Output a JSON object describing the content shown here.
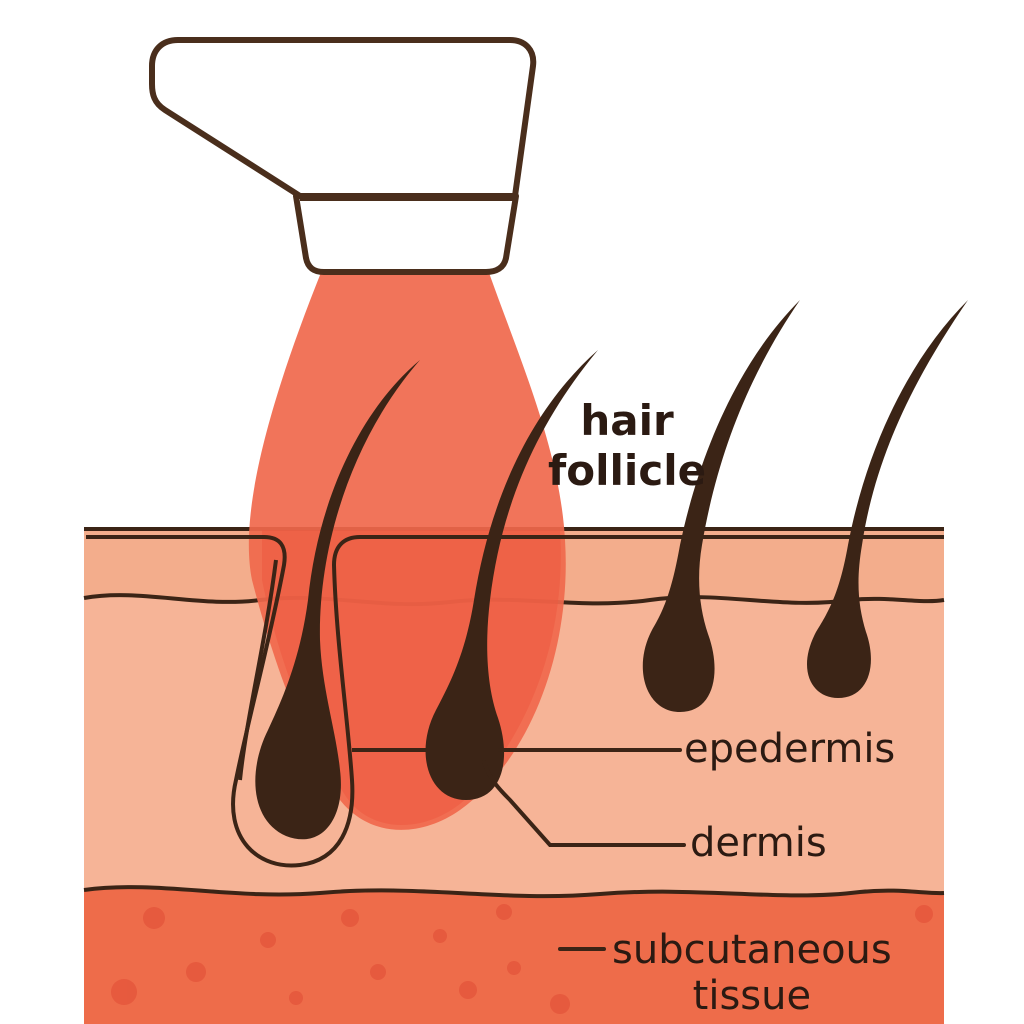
{
  "labels": {
    "hair_follicle_line1": "hair",
    "hair_follicle_line2": "follicle",
    "epidermis": "epedermis",
    "dermis": "dermis",
    "subcutaneous_line1": "subcutaneous",
    "subcutaneous_line2": "tissue"
  },
  "colors": {
    "outline": "#4a2e1c",
    "hair": "#3b2416",
    "skin_upper": "#f3ad8c",
    "skin_lower": "#f6b497",
    "subcutaneous": "#ee6c4a",
    "subcutaneous_dots": "#e5573c",
    "laser_beam": "#f0684c",
    "laser_core": "#ec5a40",
    "device_fill": "#ffffff"
  },
  "icons": {
    "device": "laser-handpiece-icon",
    "hair": "hair-strand-icon"
  }
}
